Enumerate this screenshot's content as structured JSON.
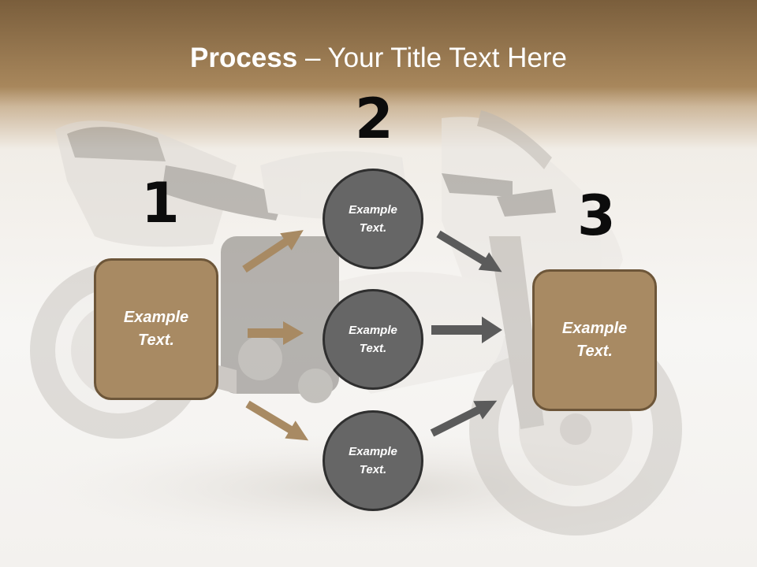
{
  "title": {
    "bold": "Process",
    "rest": " – Your Title Text Here"
  },
  "steps": [
    {
      "number": "1",
      "text_line1": "Example",
      "text_line2": "Text."
    },
    {
      "number": "2"
    },
    {
      "number": "3",
      "text_line1": "Example",
      "text_line2": "Text."
    }
  ],
  "circles": [
    {
      "text_line1": "Example",
      "text_line2": "Text."
    },
    {
      "text_line1": "Example",
      "text_line2": "Text."
    },
    {
      "text_line1": "Example",
      "text_line2": "Text."
    }
  ],
  "colors": {
    "header_brown": "#a8875c",
    "box_fill": "#a88a63",
    "box_border": "#6d5639",
    "circle_fill": "#666666",
    "circle_border": "#2f2f2f",
    "arrow_tan": "#a88a63",
    "arrow_gray": "#5b5b5b"
  }
}
